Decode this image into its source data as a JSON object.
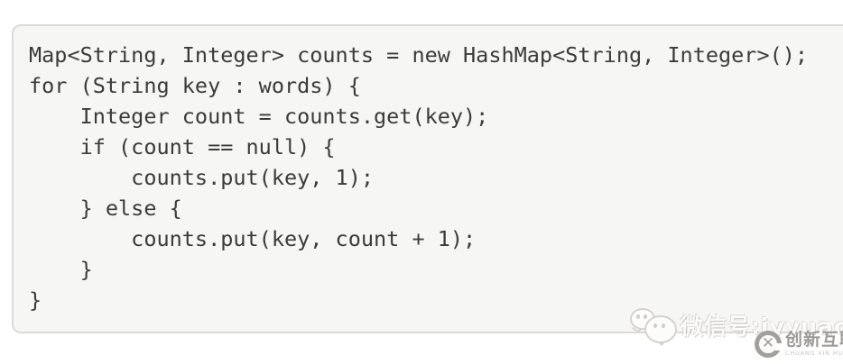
{
  "code_card": {
    "language": "java",
    "lines": [
      "Map<String, Integer> counts = new HashMap<String, Integer>();",
      "for (String key : words) {",
      "    Integer count = counts.get(key);",
      "    if (count == null) {",
      "        counts.put(key, 1);",
      "    } else {",
      "        counts.put(key, count + 1);",
      "    }",
      "}"
    ]
  },
  "watermark": {
    "wechat_label": "微信号:jyyuaoo",
    "brand_name": "创新互联",
    "brand_caption": "CHUANG XIN HU LIAN"
  },
  "colors": {
    "page_background": "#FFFFFF",
    "card_background": "#F6F6F4",
    "card_border": "#DBDAD6",
    "code_text": "#3B3B3B",
    "watermark_emboss": "#A8A49D",
    "brand_gray": "#9D9A96"
  }
}
